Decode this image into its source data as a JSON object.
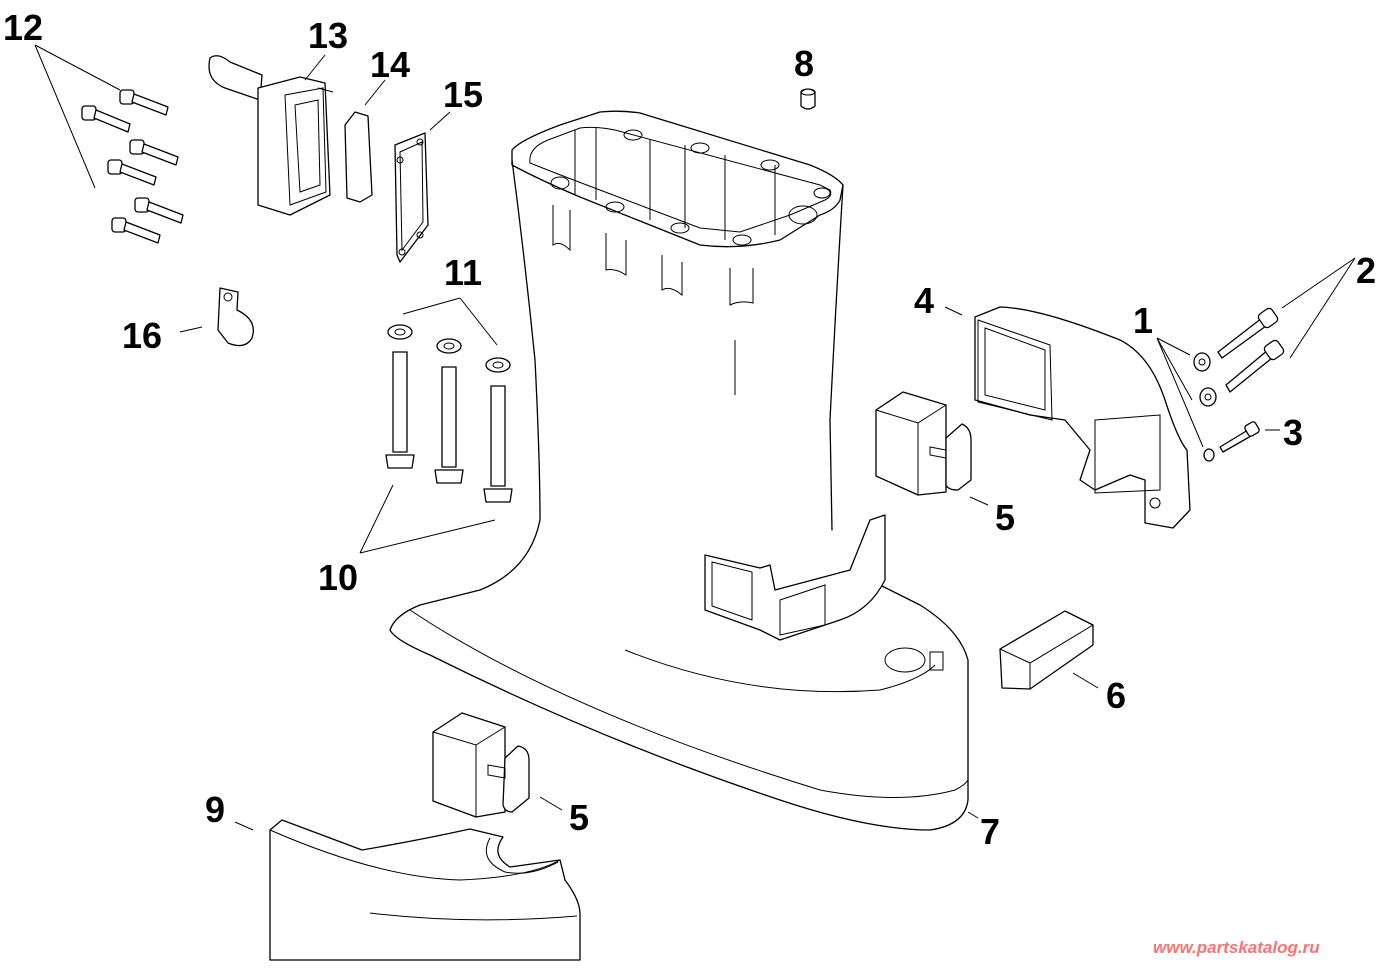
{
  "diagram": {
    "type": "exploded parts diagram",
    "subject": "Outboard motor exhaust housing / midsection assembly",
    "callouts": [
      {
        "id": "1",
        "part": "washer (x3)"
      },
      {
        "id": "2",
        "part": "bolt (x2)"
      },
      {
        "id": "3",
        "part": "bolt"
      },
      {
        "id": "4",
        "part": "lower mount bracket"
      },
      {
        "id": "5",
        "part": "rubber mount (x2)"
      },
      {
        "id": "6",
        "part": "rubber block"
      },
      {
        "id": "7",
        "part": "exhaust housing"
      },
      {
        "id": "8",
        "part": "dowel pin"
      },
      {
        "id": "9",
        "part": "exhaust housing cover"
      },
      {
        "id": "10",
        "part": "bolt (x3)"
      },
      {
        "id": "11",
        "part": "washer (x3)"
      },
      {
        "id": "12",
        "part": "bolt (x6)"
      },
      {
        "id": "13",
        "part": "water tube adapter"
      },
      {
        "id": "14",
        "part": "seal"
      },
      {
        "id": "15",
        "part": "gasket"
      },
      {
        "id": "16",
        "part": "clamp"
      }
    ]
  },
  "watermark": "www.partskatalog.ru",
  "colors": {
    "line": "#000000",
    "background": "#ffffff",
    "watermark": "#ff7070"
  }
}
